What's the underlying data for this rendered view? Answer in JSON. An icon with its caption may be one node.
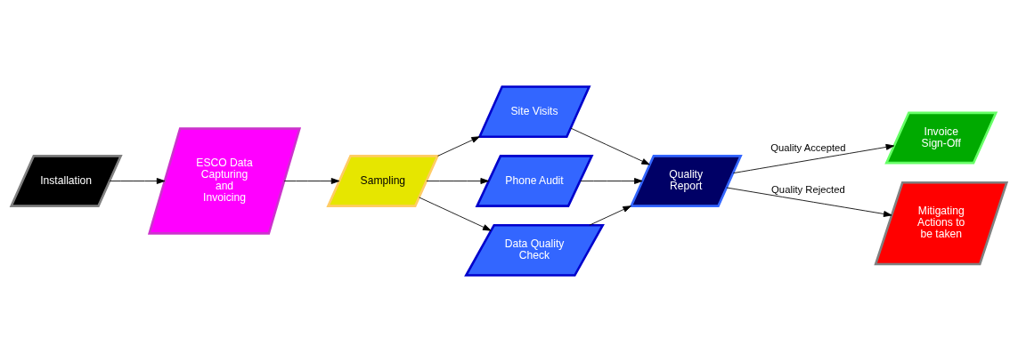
{
  "diagram": {
    "nodes": [
      {
        "text": [
          "Installation"
        ]
      },
      {
        "text": [
          "ESCO Data Capturing and Invoicing"
        ]
      },
      {
        "text": [
          "Sampling"
        ]
      },
      {
        "text": [
          "Site Visits"
        ]
      },
      {
        "text": [
          "Phone Audit"
        ]
      },
      {
        "text": [
          "Data Quality Check"
        ]
      },
      {
        "text": [
          "Quality Report"
        ]
      },
      {
        "text": [
          "Invoice Sign-Off"
        ]
      },
      {
        "text": [
          "Mitigating Actions to be taken"
        ]
      }
    ],
    "edges": [
      {
        "from": 0,
        "to": 1,
        "arrow": "to"
      },
      {
        "from": 1,
        "to": 2,
        "arrow": "to"
      },
      {
        "from": 2,
        "to": 3,
        "arrow": "to"
      },
      {
        "from": 2,
        "to": 4,
        "arrow": "to"
      },
      {
        "from": 2,
        "to": 5,
        "arrow": "to"
      },
      {
        "from": 3,
        "to": 6,
        "arrow": "to"
      },
      {
        "from": 4,
        "to": 6,
        "arrow": "to"
      },
      {
        "from": 5,
        "to": 6,
        "arrow": "to"
      },
      {
        "from": 6,
        "to": 7,
        "arrow": "to",
        "label": "Quality Accepted"
      },
      {
        "from": 6,
        "to": 8,
        "arrow": "to",
        "label": "Quality Rejected"
      }
    ]
  }
}
